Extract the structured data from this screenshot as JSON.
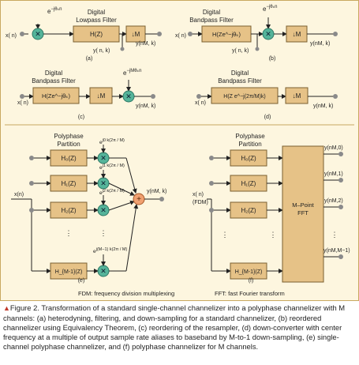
{
  "colors": {
    "background": "#fdf6df",
    "border": "#c8a860",
    "block": "#e6c287",
    "mixer": "#55b49a",
    "summer": "#f0a070",
    "node": "#8a8a8a",
    "caption_marker": "#c0392b"
  },
  "panel_a": {
    "filter_title_1": "Digital",
    "filter_title_2": "Lowpass Filter",
    "mixer_label": "e",
    "mixer_exp": "−jθₖn",
    "input": "x( n)",
    "filter": "H(Z)",
    "downsampler": "↓M",
    "output": "y(nM, k)",
    "tap": "y( n, k)",
    "tag": "(a)"
  },
  "panel_b": {
    "filter_title_1": "Digital",
    "filter_title_2": "Bandpass Filter",
    "mixer_label": "e",
    "mixer_exp": "−jθₖn",
    "input": "x( n)",
    "filter": "H(Ze^−jθₖ)",
    "downsampler": "↓M",
    "output": "y(nM, k)",
    "tap": "y( n, k)",
    "tag": "(b)"
  },
  "panel_c": {
    "filter_title_1": "Digital",
    "filter_title_2": "Bandpass Filter",
    "mixer_label": "e",
    "mixer_exp": "−jMθₖn",
    "input": "x( n)",
    "filter": "H(Ze^−jθₖ)",
    "downsampler": "↓M",
    "output": "y(nM, k)",
    "tag": "(c)"
  },
  "panel_d": {
    "filter_title_1": "Digital",
    "filter_title_2": "Bandpass Filter",
    "input": "x( n)",
    "filter": "H(Z e^−j(2π/M)k)",
    "downsampler": "↓M",
    "output": "y(nM, k)",
    "tag": "(d)"
  },
  "panel_e": {
    "title_1": "Polyphase",
    "title_2": "Partition",
    "input": "x(n)",
    "filters": [
      "H₀(Z)",
      "H₁(Z)",
      "H₂(Z)",
      "H_{M-1}(Z)"
    ],
    "exponents": [
      "j0 k(2π / M)",
      "j1 k(2π / M)",
      "j2 k(2π / M)",
      "j(M−1) k(2π / M)"
    ],
    "mixer_label": "e",
    "output": "y(nM, k)",
    "tag": "(e)"
  },
  "panel_f": {
    "title_1": "Polyphase",
    "title_2": "Partition",
    "input_1": "x( n)",
    "input_2": "(FDM)",
    "filters": [
      "H₀(Z)",
      "H₁(Z)",
      "H₂(Z)",
      "H_{M-1}(Z)"
    ],
    "fft_label_1": "M–Point",
    "fft_label_2": "FFT",
    "outputs": [
      "y(nM,0)",
      "y(nM,1)",
      "y(nM,2)",
      "y(nM,M−1)"
    ],
    "tag": "(f)"
  },
  "footer": {
    "fdm": "FDM: frequency division multiplexing",
    "fft": "FFT:  fast Fourier transform"
  },
  "caption": {
    "marker": "▲",
    "text": "Figure 2. Transformation of a standard single-channel channelizer into a polyphase channelizer with M channels: (a) heterodyning, filtering, and down-sampling for a standard channelizer, (b) reordered channelizer using Equivalency Theorem, (c) reordering of the resampler, (d) down-converter with center frequency at a multiple of output sample rate aliases to baseband by M-to-1 down-sampling, (e) single-channel polyphase channelizer, and (f) polyphase channelizer for M channels."
  }
}
